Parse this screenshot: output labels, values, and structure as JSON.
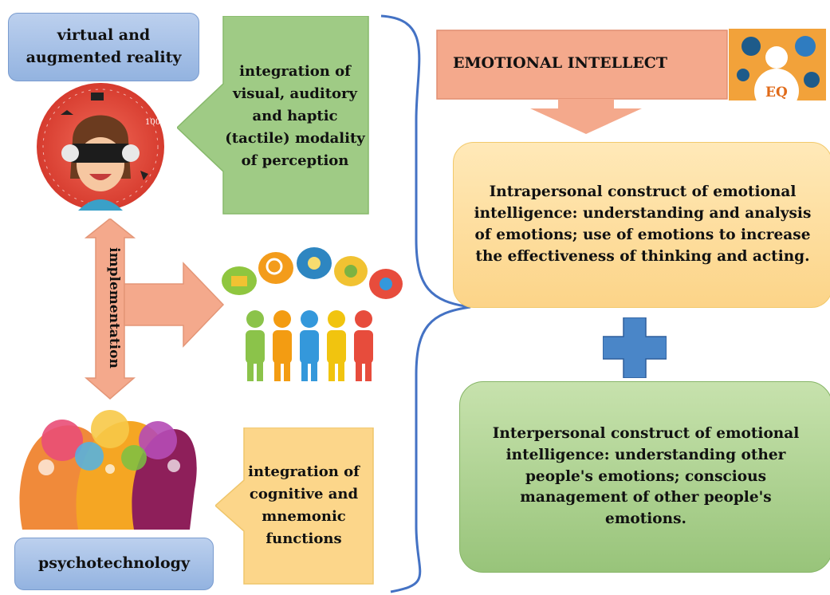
{
  "labels": {
    "vr": "virtual and augmented reality",
    "psychotechnology": "psychotechnology",
    "implementation": "implementation"
  },
  "arrows": {
    "green_text": "integration of visual, auditory and haptic (tactile) modality of perception",
    "yellow_text": "integration of cognitive and mnemonic functions"
  },
  "emotional": {
    "title": "EMOTIONAL INTELLECT",
    "icon_text": "EQ",
    "intrapersonal": "Intrapersonal construct of emotional intelligence: understanding and analysis of emotions; use of emotions to increase the effectiveness of thinking and acting.",
    "interpersonal": "Interpersonal construct of emotional intelligence: understanding other people's emotions; conscious management of other people's emotions."
  },
  "colors": {
    "blue_box": "#a9c3ea",
    "green_arrow": "#9fcb85",
    "yellow_arrow": "#fcd68a",
    "salmon": "#f4a98c",
    "brace": "#4472c4",
    "plus": "#4a86c8",
    "intra_fill": "#fde2a8",
    "inter_fill": "#aed394"
  },
  "icons": [
    "vr-headset-illustration",
    "people-speech-bubbles-illustration",
    "heads-network-illustration",
    "eq-icon"
  ]
}
